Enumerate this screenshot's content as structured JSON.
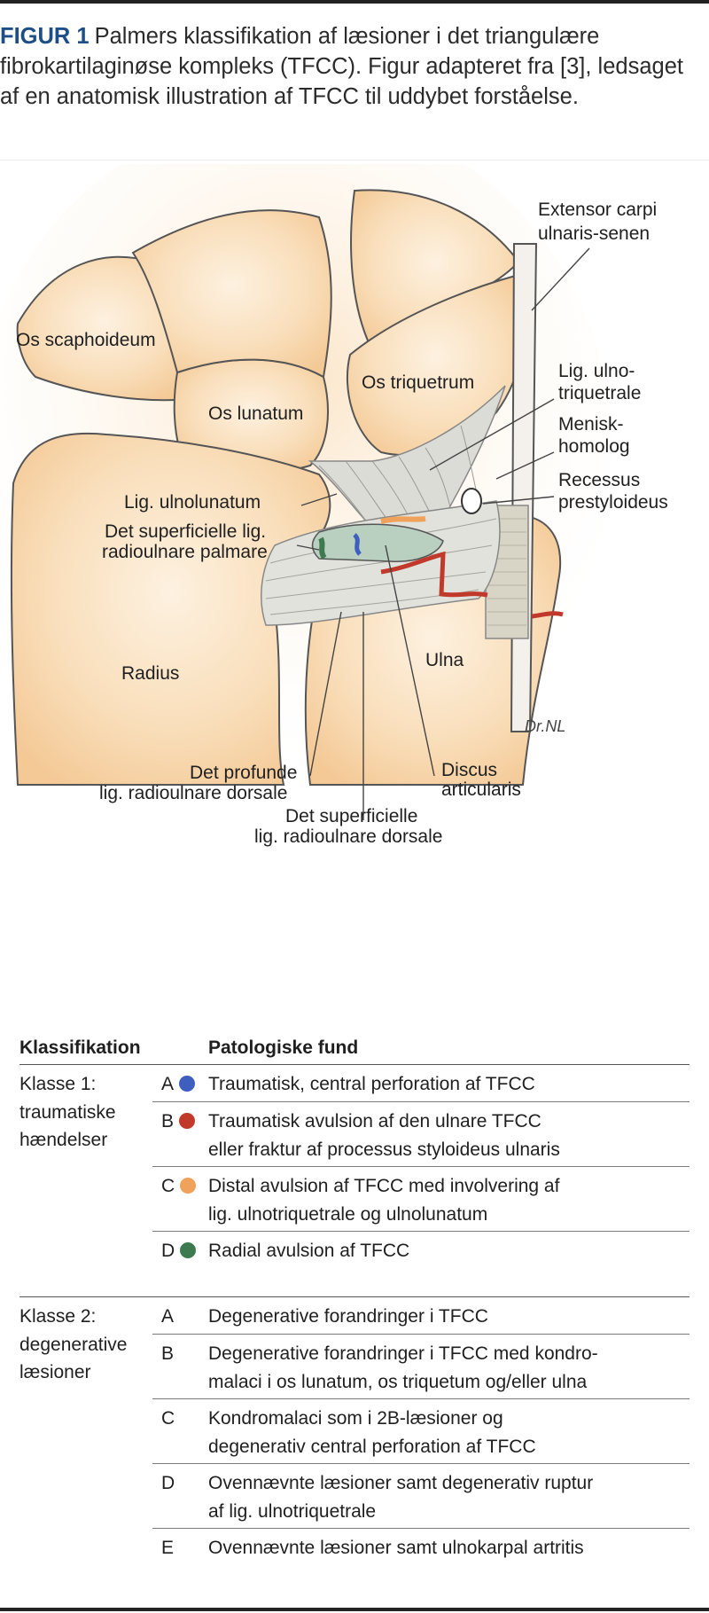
{
  "caption": {
    "label": "FIGUR 1",
    "text": "Palmers klassifikation af læsioner i det triangulære fibrokartilaginøse kompleks (TFCC). Figur adapteret fra [3], ledsaget af en anatomisk illustration af TFCC til uddybet forståelse."
  },
  "illustration": {
    "labels": {
      "ecu_1": "Extensor carpi",
      "ecu_2": "ulnaris-senen",
      "scaphoid": "Os scaphoideum",
      "triquetrum": "Os triquetrum",
      "lunatum": "Os lunatum",
      "lut_1": "Lig. ulno-",
      "lut_2": "triquetrale",
      "menisk_1": "Menisk-",
      "menisk_2": "homolog",
      "recessus_1": "Recessus",
      "recessus_2": "prestyloideus",
      "ulnolunatum": "Lig. ulnolunatum",
      "superficial_palmar_1": "Det superficielle lig.",
      "superficial_palmar_2": "radioulnare palmare",
      "radius": "Radius",
      "ulna": "Ulna",
      "profound_1": "Det profunde",
      "profound_2": "lig. radioulnare dorsale",
      "discus_1": "Discus",
      "discus_2": "articularis",
      "superficial_dorsal_1": "Det superficielle",
      "superficial_dorsal_2": "lig. radioulnare dorsale",
      "signature": "Dr.NL"
    }
  },
  "colors": {
    "A": "#3f5fc0",
    "B": "#c0392b",
    "C": "#f0a15a",
    "D": "#3e7a4f",
    "accent": "#1d4f86"
  },
  "table": {
    "headers": {
      "classification": "Klassifikation",
      "findings": "Patologiske fund"
    },
    "class1": {
      "label_1": "Klasse 1:",
      "label_2": "traumatiske",
      "label_3": "hændelser",
      "rows": [
        {
          "letter": "A",
          "color": "blue",
          "line1": "Traumatisk, central perforation af TFCC",
          "line2": ""
        },
        {
          "letter": "B",
          "color": "red",
          "line1": "Traumatisk avulsion af den ulnare TFCC",
          "line2": "eller fraktur af processus styloideus ulnaris"
        },
        {
          "letter": "C",
          "color": "orange",
          "line1": "Distal avulsion af TFCC med involvering af",
          "line2": "lig. ulnotriquetrale og ulnolunatum"
        },
        {
          "letter": "D",
          "color": "green",
          "line1": "Radial avulsion af TFCC",
          "line2": ""
        }
      ]
    },
    "class2": {
      "label_1": "Klasse 2:",
      "label_2": "degenerative",
      "label_3": "læsioner",
      "rows": [
        {
          "letter": "A",
          "line1": "Degenerative forandringer i TFCC",
          "line2": ""
        },
        {
          "letter": "B",
          "line1": "Degenerative forandringer i TFCC med kondro-",
          "line2": "malaci i os lunatum, os triquetum og/eller ulna"
        },
        {
          "letter": "C",
          "line1": "Kondromalaci som i 2B-læsioner og",
          "line2": "degenerativ central perforation af TFCC"
        },
        {
          "letter": "D",
          "line1": "Ovennævnte læsioner samt degenerativ ruptur",
          "line2": "af lig. ulnotriquetrale"
        },
        {
          "letter": "E",
          "line1": "Ovennævnte læsioner samt ulnokarpal artritis",
          "line2": ""
        }
      ]
    }
  }
}
